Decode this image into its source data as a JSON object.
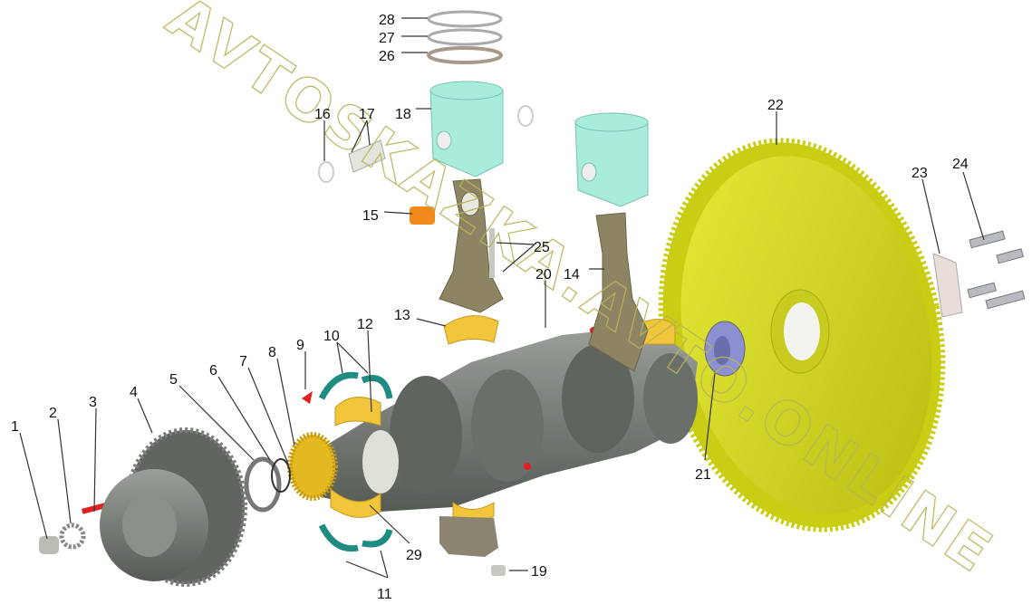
{
  "diagram": {
    "title": "Crankshaft and piston assembly exploded view",
    "watermark": "AVTOSKAZKA.AVTO.ONLINE",
    "colors": {
      "flywheel": "#d8dc1e",
      "piston": "#a8ecdc",
      "rod": "#8c8462",
      "bearing": "#f2c53a",
      "thrust_washer": "#1e8c80",
      "crankshaft": "#6f746f",
      "seal": "#8c8fd0",
      "bushing": "#f08a1a",
      "key": "#e02020"
    },
    "callouts": [
      "1",
      "2",
      "3",
      "4",
      "5",
      "6",
      "7",
      "8",
      "9",
      "10",
      "11",
      "12",
      "13",
      "14",
      "15",
      "16",
      "17",
      "18",
      "19",
      "20",
      "21",
      "22",
      "23",
      "24",
      "25",
      "26",
      "27",
      "28",
      "29"
    ]
  }
}
